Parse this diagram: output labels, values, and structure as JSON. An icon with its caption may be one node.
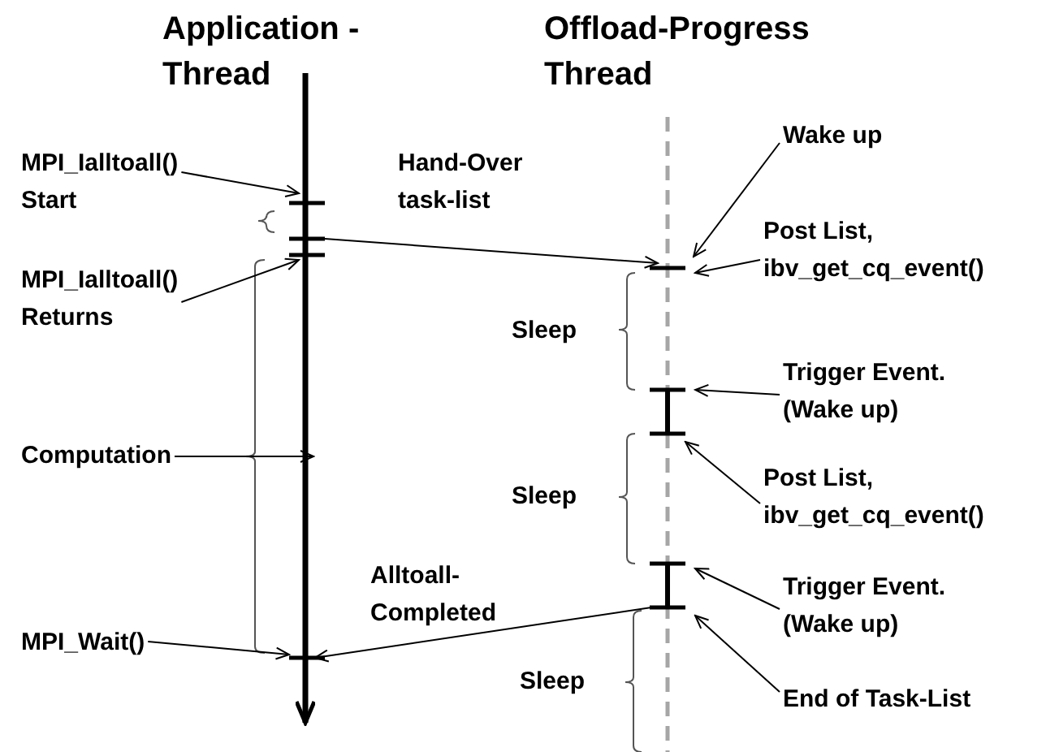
{
  "diagram": {
    "nodes": [
      {
        "text": [
          "MPI_Ialltoall() Start"
        ]
      },
      {
        "text": [],
        "shape": "bar"
      },
      {
        "text": [],
        "shape": "bar"
      },
      {
        "text": [],
        "shape": "bar"
      },
      {
        "text": [
          "MPI_Ialltoall() Returns"
        ]
      },
      {
        "text": [
          "Computation"
        ]
      },
      {
        "text": [
          "MPI_Wait()"
        ]
      },
      {
        "text": [],
        "shape": "bar"
      },
      {
        "text": [],
        "shape": "bar"
      },
      {
        "text": [],
        "shape": "bar"
      },
      {
        "text": [],
        "shape": "bar"
      },
      {
        "text": [],
        "shape": "bar"
      },
      {
        "text": [],
        "shape": "bar"
      },
      {
        "text": [
          "Wake up"
        ]
      },
      {
        "text": [
          "Post List, ibv_get_cq_event()"
        ]
      },
      {
        "text": [
          "Trigger Event. (Wake up)"
        ]
      },
      {
        "text": [
          "Post List, ibv_get_cq_event()"
        ]
      },
      {
        "text": [
          "Trigger Event. (Wake up)"
        ]
      },
      {
        "text": [
          "End of Task-List"
        ]
      }
    ],
    "edges": [
      {
        "from": 0,
        "to": 1,
        "arrow": "to"
      },
      {
        "from": 4,
        "to": 3,
        "arrow": "to"
      },
      {
        "from": 5,
        "to": null,
        "arrow": "to"
      },
      {
        "from": 6,
        "to": 7,
        "arrow": "to"
      },
      {
        "from": 2,
        "to": 8,
        "arrow": "to",
        "label": "Hand-Over task-list"
      },
      {
        "from": 13,
        "to": 8,
        "arrow": "to"
      },
      {
        "from": 14,
        "to": 8,
        "arrow": "to"
      },
      {
        "from": 15,
        "to": 9,
        "arrow": "to"
      },
      {
        "from": 16,
        "to": 10,
        "arrow": "to"
      },
      {
        "from": 17,
        "to": 11,
        "arrow": "to"
      },
      {
        "from": 18,
        "to": 12,
        "arrow": "to"
      },
      {
        "from": 12,
        "to": 7,
        "arrow": "to",
        "label": "Alltoall- Completed"
      },
      {
        "from": 9,
        "to": 10,
        "arrow": "none",
        "style": "thick"
      },
      {
        "from": 11,
        "to": 12,
        "arrow": "none",
        "style": "thick"
      }
    ],
    "labels": [
      "Application - Thread",
      "Offload-Progress Thread",
      "Sleep",
      "Sleep",
      "Sleep"
    ]
  }
}
